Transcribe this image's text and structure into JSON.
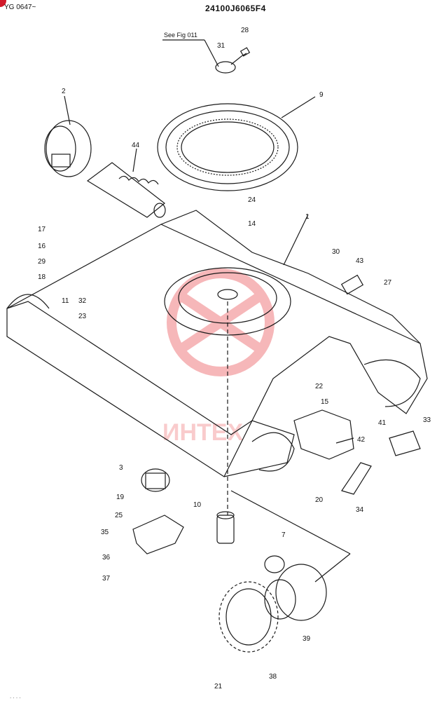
{
  "header": {
    "left_ref": "YG 0647~",
    "center_ref": "24100J6065F4"
  },
  "see_fig_note": "See Fig 011",
  "watermark": "ИНТЕХ",
  "colors": {
    "line": "#1a1a1a",
    "watermark": "#e8333a"
  },
  "callouts": [
    "1",
    "2",
    "3",
    "7",
    "9",
    "10",
    "11",
    "14",
    "15",
    "16",
    "17",
    "18",
    "19",
    "20",
    "21",
    "22",
    "23",
    "24",
    "25",
    "27",
    "28",
    "29",
    "30",
    "31",
    "32",
    "33",
    "34",
    "35",
    "36",
    "37",
    "38",
    "39",
    "41",
    "42",
    "43",
    "44"
  ],
  "footer_marks": ". . .     ."
}
